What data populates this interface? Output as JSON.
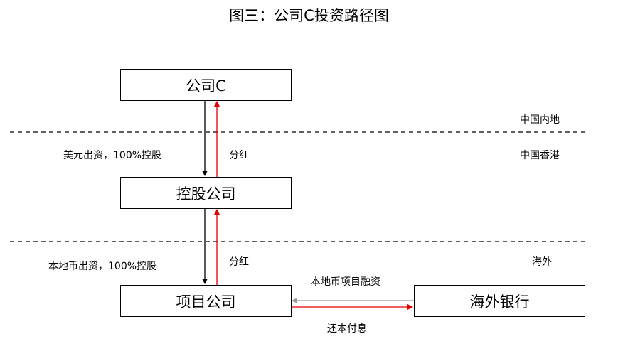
{
  "title": "图三：公司C投资路径图",
  "nodes": {
    "company_c": "公司C",
    "holding": "控股公司",
    "project": "项目公司",
    "bank": "海外银行"
  },
  "regions": {
    "mainland": "中国内地",
    "hongkong": "中国香港",
    "overseas": "海外"
  },
  "edges": {
    "c_to_holding": "美元出资，100%控股",
    "holding_to_c": "分红",
    "holding_to_project": "本地币出资，100%控股",
    "project_to_holding": "分红",
    "bank_to_project": "本地币项目融资",
    "project_to_bank": "还本付息"
  },
  "colors": {
    "black_arrow": "#000000",
    "red_arrow": "#e00000",
    "gray_arrow": "#9a9a9a"
  }
}
